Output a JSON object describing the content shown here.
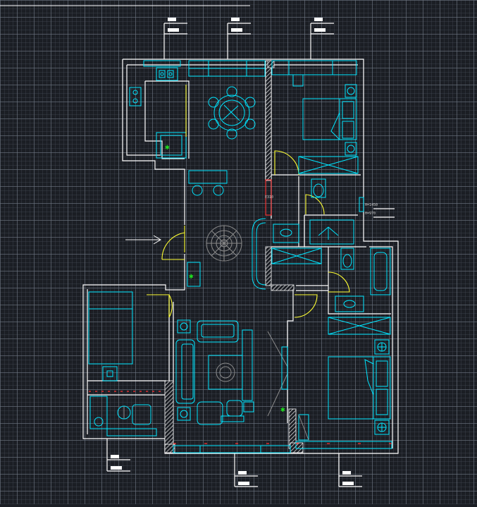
{
  "plan": {
    "window_tags": [
      {
        "id": "top-1"
      },
      {
        "id": "top-2"
      },
      {
        "id": "top-3"
      },
      {
        "id": "bottom-1"
      },
      {
        "id": "bottom-2"
      }
    ],
    "labels": {
      "partition_label": "E310",
      "height_label_1": "H=1450",
      "height_label_2": "H=970"
    }
  },
  "colors": {
    "background": "#1b1e24",
    "walls": "#ffffff",
    "furniture": "#00e5ff",
    "doors": "#ffff33",
    "plants": "#1fe01f",
    "partition": "#ff3030"
  }
}
